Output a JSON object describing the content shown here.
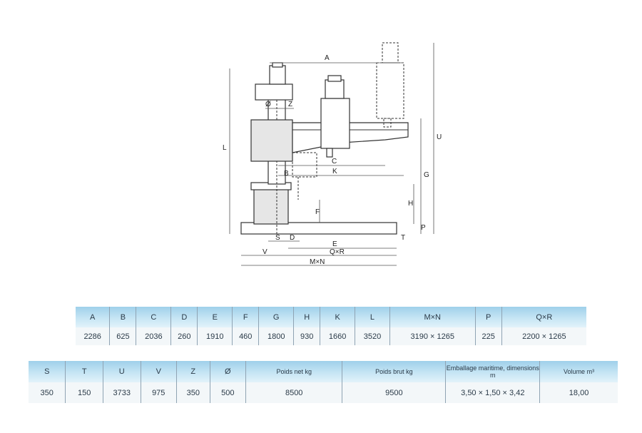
{
  "drawing": {
    "labels": {
      "A": "A",
      "C": "C",
      "K": "K",
      "B": "B",
      "Z": "Z",
      "O": "Ø",
      "L": "L",
      "U": "U",
      "G": "G",
      "H": "H",
      "F": "F",
      "P": "P",
      "S": "S",
      "D": "D",
      "T": "T",
      "E": "E",
      "V": "V",
      "QxR": "Q×R",
      "MxN": "M×N"
    }
  },
  "table1": {
    "headers": [
      "A",
      "B",
      "C",
      "D",
      "E",
      "F",
      "G",
      "H",
      "K",
      "L",
      "M×N",
      "P",
      "Q×R"
    ],
    "values": [
      "2286",
      "625",
      "2036",
      "260",
      "1910",
      "460",
      "1800",
      "930",
      "1660",
      "3520",
      "3190 × 1265",
      "225",
      "2200 × 1265"
    ]
  },
  "table2": {
    "headers": [
      "S",
      "T",
      "U",
      "V",
      "Z",
      "Ø",
      "Poids net kg",
      "Poids brut kg",
      "Emballage maritime, dimensions m",
      "Volume m³"
    ],
    "values": [
      "350",
      "150",
      "3733",
      "975",
      "350",
      "500",
      "8500",
      "9500",
      "3,50 × 1,50 × 3,42",
      "18,00"
    ]
  }
}
